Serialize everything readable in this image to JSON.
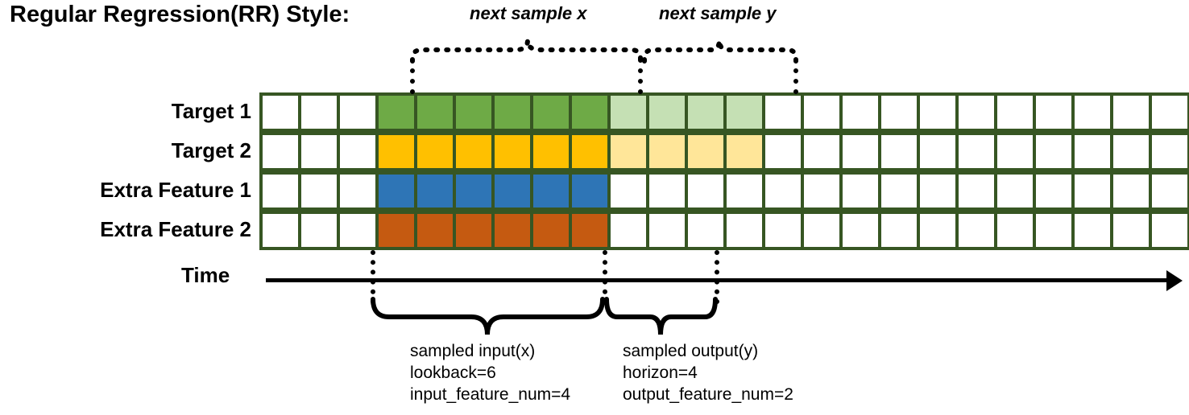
{
  "title": "Regular Regression(RR) Style:",
  "rows": [
    {
      "label": "Target 1",
      "dark_color": "#6EAA46",
      "light_color": "#C5E0B4",
      "has_light": true
    },
    {
      "label": "Target 2",
      "dark_color": "#FFC000",
      "light_color": "#FFE699",
      "has_light": true
    },
    {
      "label": "Extra Feature 1",
      "dark_color": "#2E75B6",
      "light_color": "#FFFFFF",
      "has_light": false
    },
    {
      "label": "Extra Feature 2",
      "dark_color": "#C55A11",
      "light_color": "#FFFFFF",
      "has_light": false
    }
  ],
  "grid": {
    "total_columns": 24,
    "leading_blank_columns": 3,
    "input_columns": 6,
    "output_columns": 4,
    "trailing_blank_columns": 11,
    "border_color": "#375623",
    "empty_cell_color": "#FFFFFF"
  },
  "axis": {
    "label": "Time",
    "direction": "right"
  },
  "top_annotations": [
    {
      "text": "next sample x"
    },
    {
      "text": "next sample y"
    }
  ],
  "bottom_annotations": [
    {
      "line1": "sampled input(x)",
      "line2": "lookback=6",
      "line3": "input_feature_num=4"
    },
    {
      "line1": "sampled output(y)",
      "line2": "horizon=4",
      "line3": "output_feature_num=2"
    }
  ]
}
